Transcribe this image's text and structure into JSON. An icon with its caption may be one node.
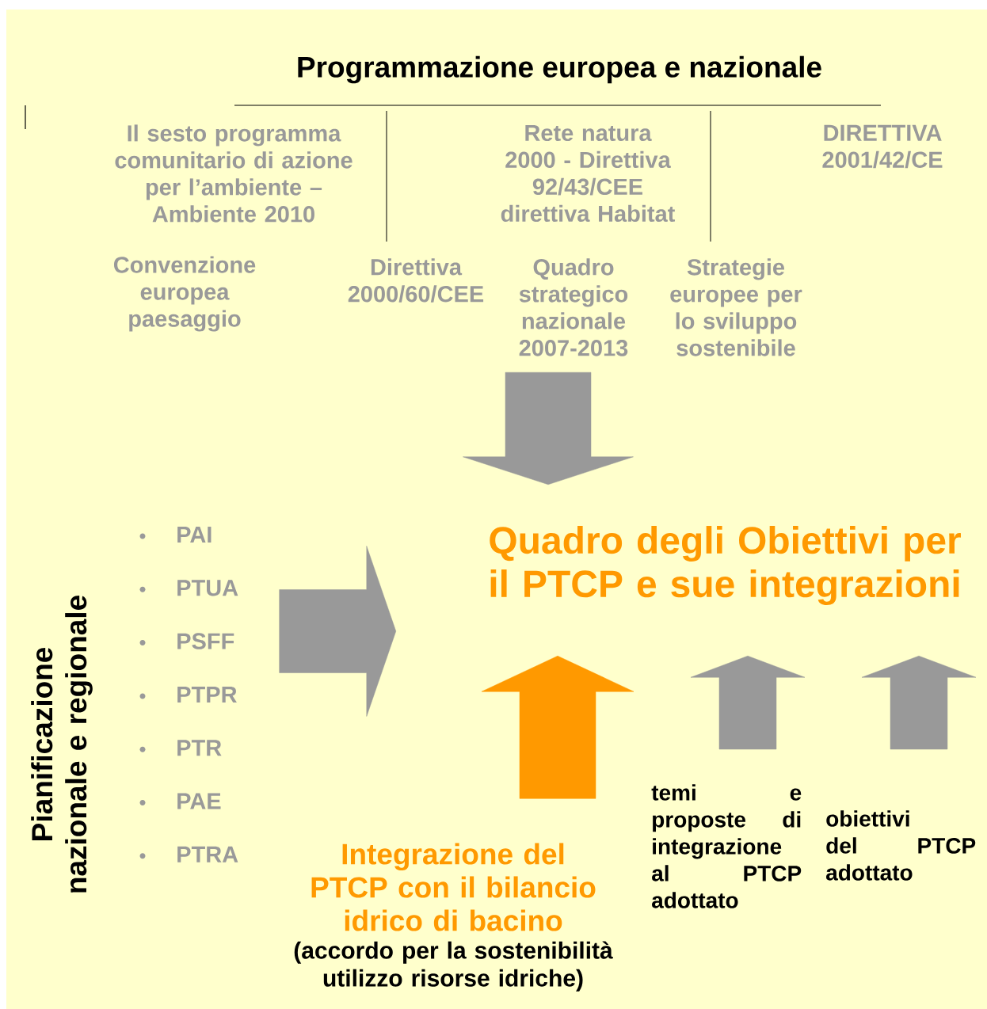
{
  "diagram": {
    "nodes": [
      {
        "text": [
          "Programmazione europea e nazionale",
          "Il sesto programma comunitario di azione per l’ambiente – Ambiente 2010",
          "Rete natura 2000 - Direttiva 92/43/CEE direttiva Habitat",
          "DIRETTIVA 2001/42/CE",
          "Convenzione europea paesaggio",
          "Direttiva 2000/60/CEE",
          "Quadro strategico nazionale 2007-2013",
          "Strategie europee per lo sviluppo sostenibile"
        ]
      },
      {
        "text": [
          "Pianificazione nazionale e regionale",
          "PAI",
          "PTUA",
          "PSFF",
          "PTPR",
          "PTR",
          "PAE",
          "PTRA"
        ]
      },
      {
        "text": [
          "Quadro degli Obiettivi per il PTCP e sue integrazioni"
        ]
      },
      {
        "text": [
          "Integrazione del PTCP con il bilancio idrico di bacino",
          "(accordo per la sostenibilità utilizzo risorse idriche)"
        ]
      },
      {
        "text": [
          "temi e proposte di integrazione al PTCP adottato"
        ]
      },
      {
        "text": [
          "obiettivi del PTCP adottato"
        ]
      }
    ],
    "edges": [
      {
        "from": 0,
        "to": 2,
        "arrow": "to"
      },
      {
        "from": 1,
        "to": 2,
        "arrow": "to"
      },
      {
        "from": 3,
        "to": 2,
        "arrow": "to",
        "color": "#ff9900"
      },
      {
        "from": 4,
        "to": 2,
        "arrow": "to"
      },
      {
        "from": 5,
        "to": 2,
        "arrow": "to"
      }
    ]
  }
}
